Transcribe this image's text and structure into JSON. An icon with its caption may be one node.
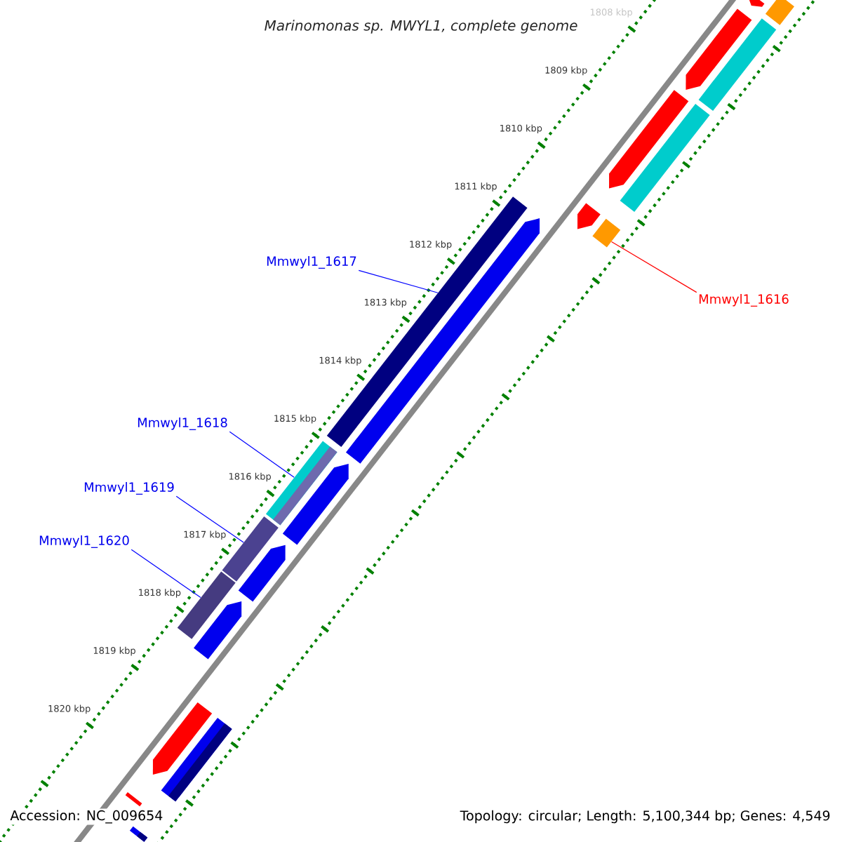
{
  "diagram": {
    "title": "Marinomonas sp. MWYL1, complete genome",
    "nodes": [
      {
        "text": [],
        "shape": "arrow"
      },
      {
        "text": [],
        "shape": "bar"
      },
      {
        "text": [],
        "shape": "arrow"
      },
      {
        "text": [],
        "shape": "bar"
      },
      {
        "text": [],
        "shape": "arrow"
      },
      {
        "text": [],
        "shape": "bar"
      },
      {
        "text": [],
        "shape": "arrow"
      },
      {
        "text": [],
        "shape": "bar"
      },
      {
        "text": [
          "Mmwyl1_1617"
        ]
      },
      {
        "text": [],
        "shape": "bar"
      },
      {
        "text": [],
        "shape": "arrow"
      },
      {
        "text": [
          "Mmwyl1_1616"
        ]
      },
      {
        "text": [
          "Mmwyl1_1618"
        ]
      },
      {
        "text": [],
        "shape": "bar"
      },
      {
        "text": [],
        "shape": "arrow"
      },
      {
        "text": [
          "Mmwyl1_1619"
        ]
      },
      {
        "text": [],
        "shape": "bar"
      },
      {
        "text": [],
        "shape": "arrow"
      },
      {
        "text": [
          "Mmwyl1_1620"
        ]
      },
      {
        "text": [],
        "shape": "bar"
      },
      {
        "text": [],
        "shape": "arrow"
      },
      {
        "text": [],
        "shape": "arrow"
      },
      {
        "text": [],
        "shape": "bar"
      },
      {
        "text": [],
        "shape": "bar"
      },
      {
        "text": [],
        "shape": "bar"
      }
    ],
    "edges": [
      {
        "from": 8,
        "to": 9,
        "arrow": "none"
      },
      {
        "from": 11,
        "to": 7,
        "arrow": "none",
        "color": "#ff0000"
      },
      {
        "from": 12,
        "to": 13,
        "arrow": "none"
      },
      {
        "from": 15,
        "to": 16,
        "arrow": "none"
      },
      {
        "from": 18,
        "to": 19,
        "arrow": "none"
      }
    ],
    "labels": [
      "1808 kbp",
      "1809 kbp",
      "1810 kbp",
      "1811 kbp",
      "1812 kbp",
      "1813 kbp",
      "1814 kbp",
      "1815 kbp",
      "1816 kbp",
      "1817 kbp",
      "1818 kbp",
      "1819 kbp",
      "1820 kbp",
      "Accession: NC_009654",
      "Topology: circular; Length: 5,100,344 bp; Genes: 4,549"
    ]
  }
}
